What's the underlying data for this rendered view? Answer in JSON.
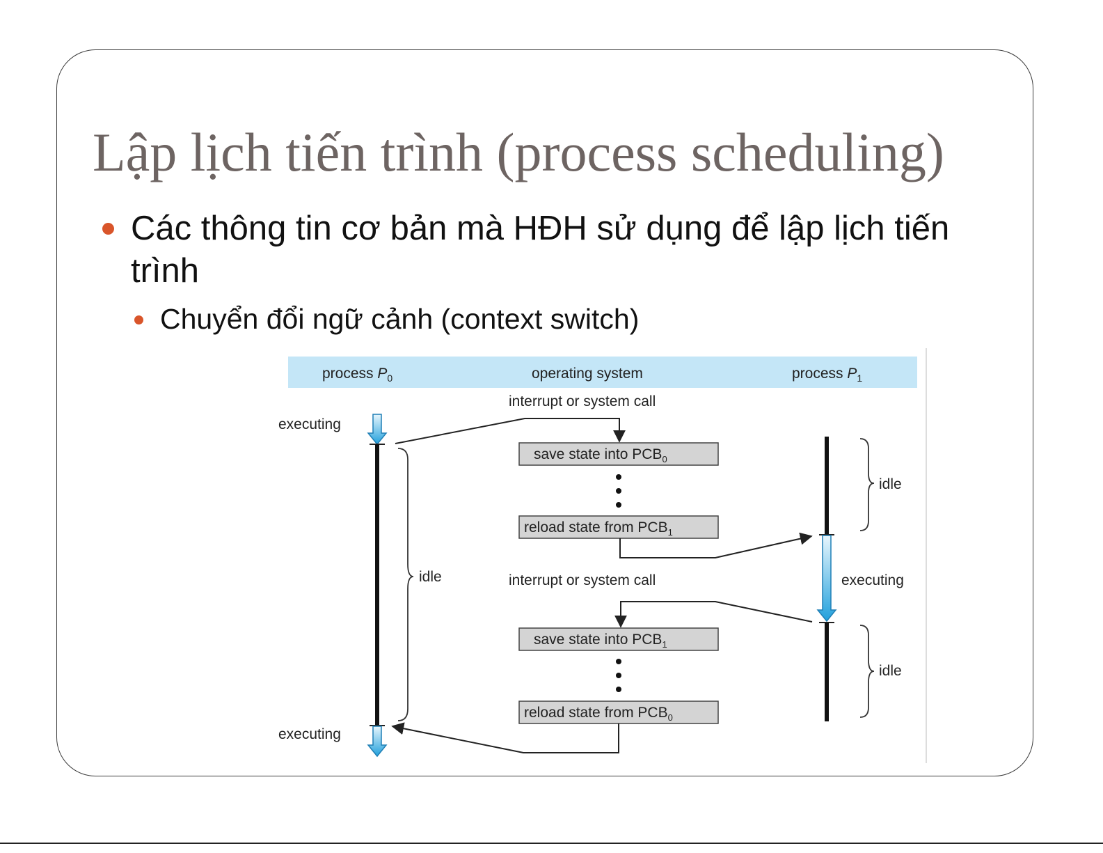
{
  "slide": {
    "title": "Lập lịch tiến trình (process scheduling)",
    "bullets": [
      {
        "text": "Các thông tin cơ bản mà HĐH sử dụng để lập lịch tiến trình"
      }
    ],
    "sub_bullets": [
      {
        "text": "Chuyển đổi ngữ cảnh (context switch)"
      }
    ],
    "bullet_color": "#d9552a",
    "title_color": "#6d6462"
  },
  "diagram": {
    "header_bg": "#c4e6f7",
    "header": {
      "p0_prefix": "process ",
      "p0_var": "P",
      "p0_sub": "0",
      "os": "operating system",
      "p1_prefix": "process ",
      "p1_var": "P",
      "p1_sub": "1"
    },
    "interrupt_1": "interrupt or system call",
    "interrupt_2": "interrupt or system call",
    "p0_executing_top": "executing",
    "p0_executing_bottom": "executing",
    "p0_idle": "idle",
    "p1_idle_top": "idle",
    "p1_executing": "executing",
    "p1_idle_bottom": "idle",
    "boxes": [
      {
        "text": "save state into PCB",
        "sub": "0"
      },
      {
        "text": "reload state from PCB",
        "sub": "1"
      },
      {
        "text": "save state into PCB",
        "sub": "1"
      },
      {
        "text": "reload state from PCB",
        "sub": "0"
      }
    ],
    "box_fill": "#d4d4d4",
    "arrow_gradient": [
      "#e8f6fd",
      "#21a0dc"
    ]
  }
}
